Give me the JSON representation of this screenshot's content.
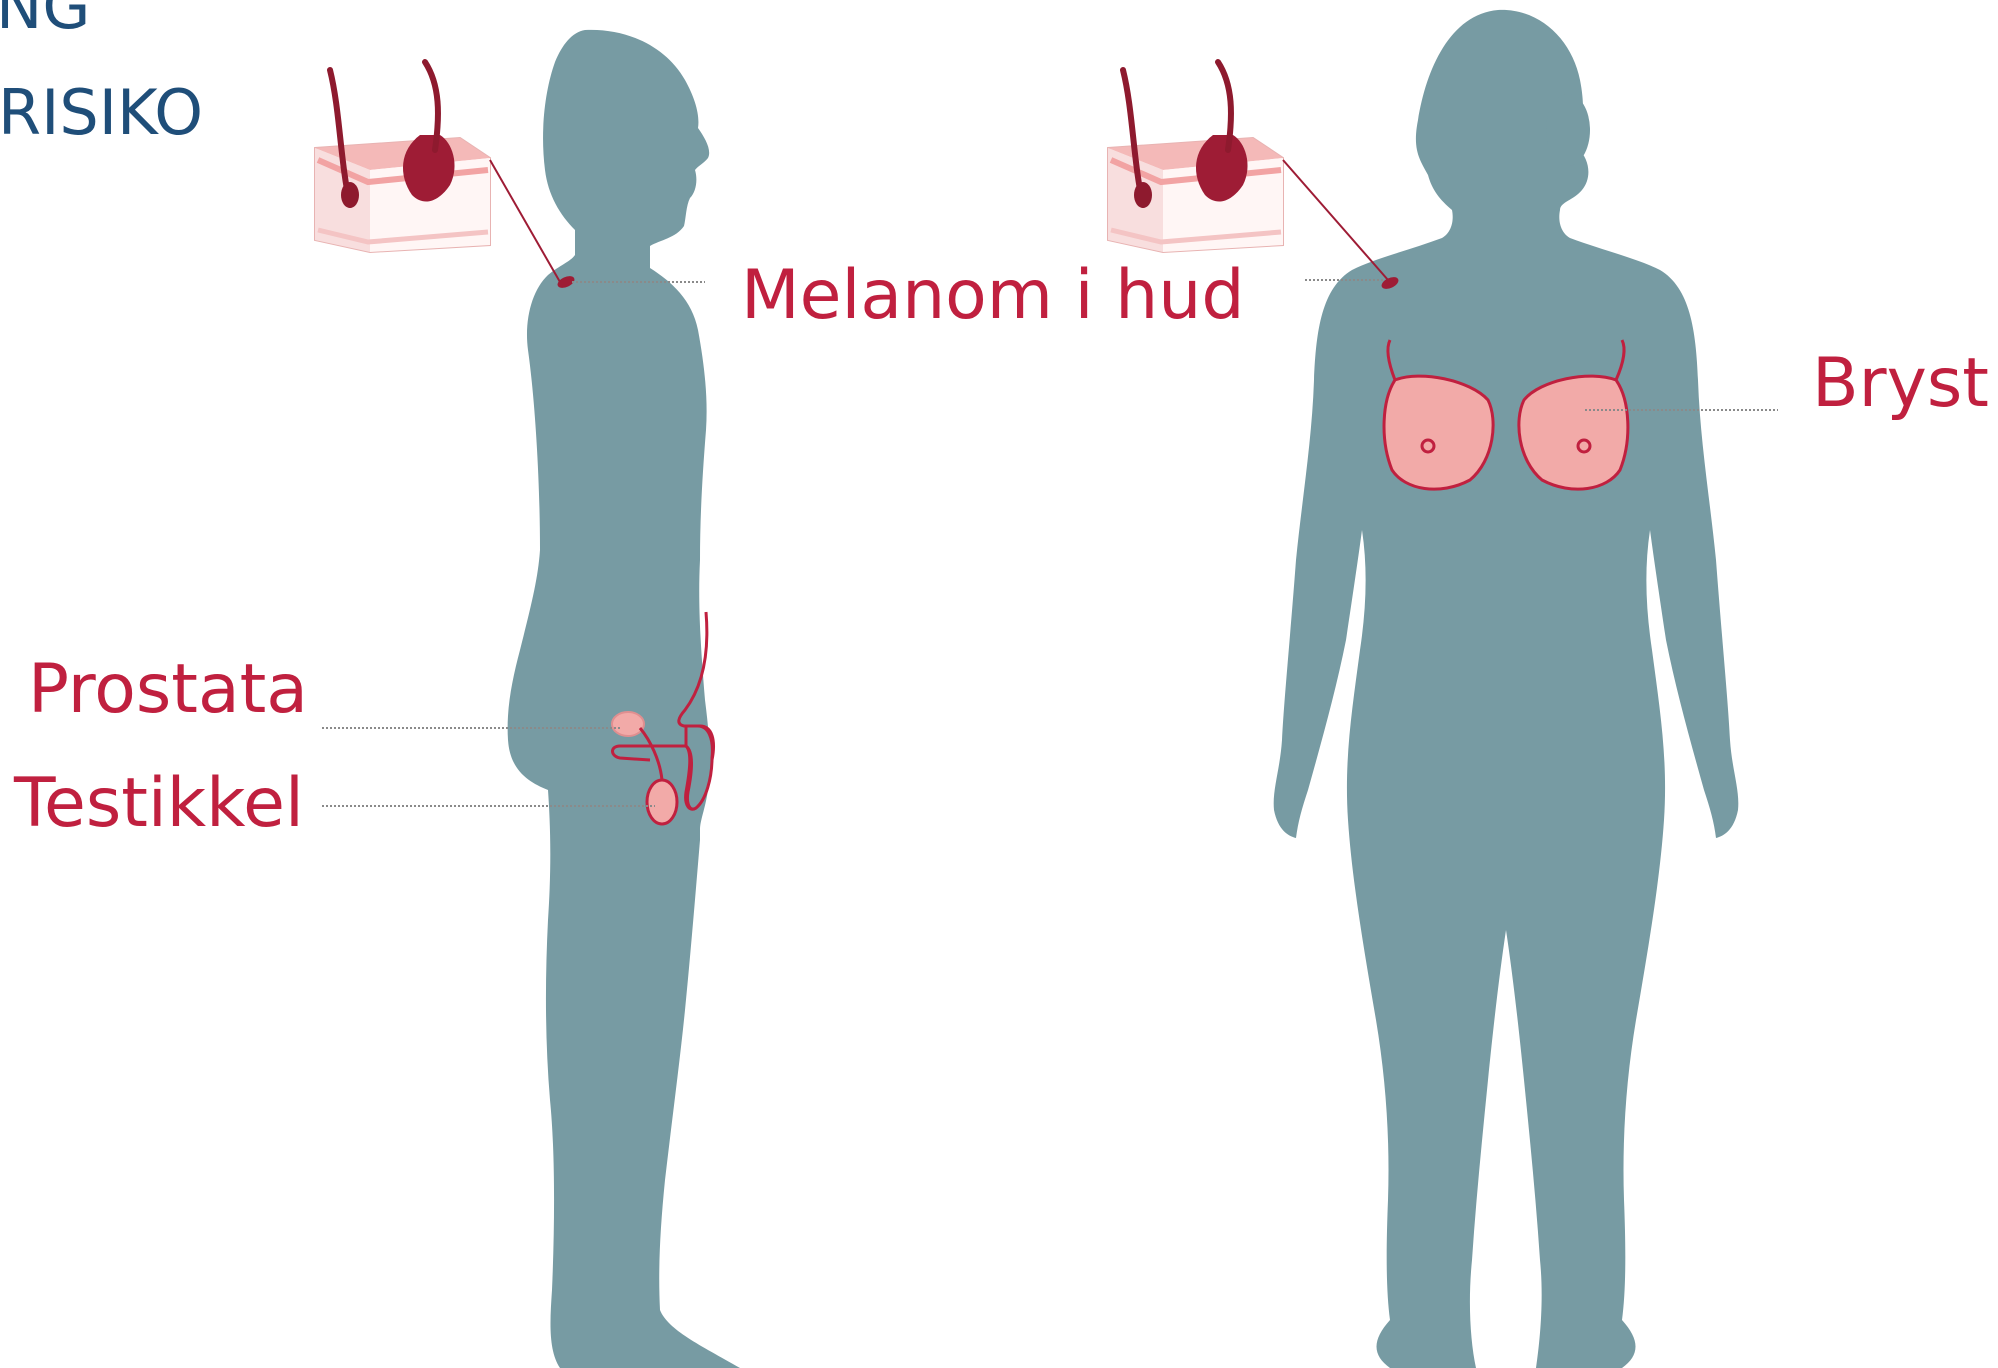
{
  "heading": {
    "line1": "NG",
    "line2": "RISIKO"
  },
  "labels": {
    "melanoma": "Melanom i hud",
    "breast": "Bryst",
    "prostate": "Prostata",
    "testicle": "Testikkel"
  },
  "colors": {
    "silhouette": "#779ba3",
    "label_text": "#c0203f",
    "heading_text": "#1f4e79",
    "organ_fill": "#f2aaa8",
    "organ_outline": "#c0203f",
    "tumor": "#9e1c35",
    "leader_line": "#8a8a8a"
  }
}
